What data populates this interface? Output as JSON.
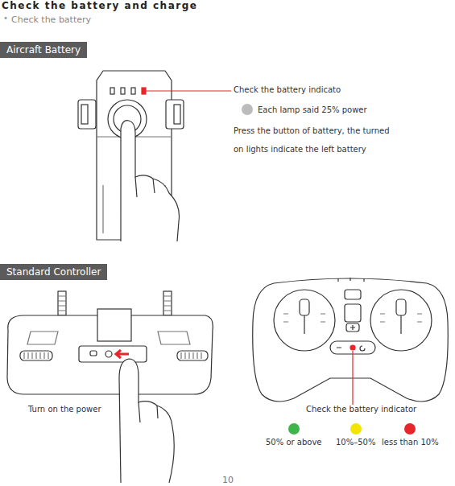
{
  "diagram": {
    "title": "Check the battery and charge",
    "nodes": [
      {
        "text": [
          "Aircraft Battery"
        ]
      },
      {
        "text": [
          "Standard Controller"
        ]
      }
    ],
    "labels": [
      "•",
      "Check the battery",
      "Check the battery indicato",
      "Press the button of battery, the turned on lights indicate the left battery",
      "Turn on the power",
      "Check the battery indicator",
      "10"
    ],
    "legend": [
      {
        "text": "Each lamp said 25% power",
        "color": "#bcbcbc"
      },
      {
        "text": "50% or above",
        "color": "#3db54a"
      },
      {
        "text": "10%–50%",
        "color": "#f2e600"
      },
      {
        "text": "less than 10%",
        "color": "#e8262a"
      }
    ]
  }
}
